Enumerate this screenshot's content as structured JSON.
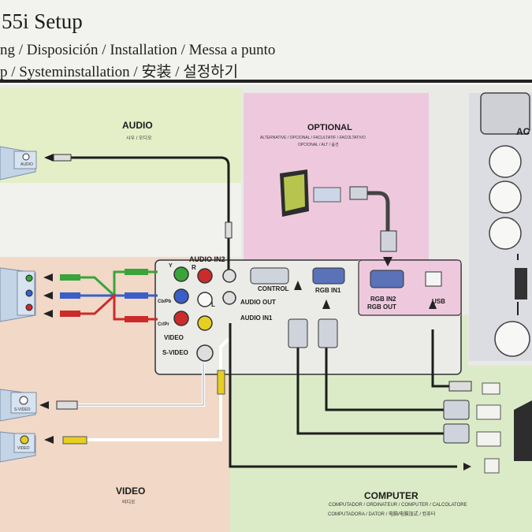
{
  "header": {
    "title": "55i Setup",
    "subtitle_line1": "ng / Disposición / Installation / Messa a punto",
    "subtitle_line2": "p / Systeminstallation / 安装 / 설정하기"
  },
  "sections": {
    "audio": {
      "title": "AUDIO",
      "sub": "시우 / 오디오"
    },
    "optional": {
      "title": "OPTIONAL",
      "sub1": "ALTERNATIVE / OPCIONAL / FACULTATIF / FACOLTATIVO",
      "sub2": "OPCIONAL / ALT / 옵션"
    },
    "ac": {
      "title": "AC"
    },
    "video": {
      "title": "VIDEO",
      "sub": "비디오"
    },
    "computer": {
      "title": "COMPUTER",
      "sub1": "COMPUTADOR / ORDINATEUR / COMPUTER / CALCOLATORE",
      "sub2": "COMPUTADORA / DATOR / 电脑/电脑加式 / 컴퓨터"
    }
  },
  "ports": {
    "audio_in2": "AUDIO IN2",
    "r": "R",
    "l": "L",
    "y": "Y",
    "cb": "Cb/Pb",
    "cr": "Cr/Pr",
    "video": "VIDEO",
    "svideo": "S-VIDEO",
    "audio_out": "AUDIO OUT",
    "audio_in1": "AUDIO IN1",
    "control": "CONTROL",
    "rgb_in1": "RGB IN1",
    "rgb_in2": "RGB IN2",
    "rgb_out": "RGB OUT",
    "usb": "USB"
  },
  "devices": {
    "audio_box": "AUDIO",
    "svideo_box": "S-VIDEO",
    "video_box": "VIDEO"
  },
  "colors": {
    "audio_zone": "#e4efc7",
    "optional_zone": "#eec9dd",
    "ac_zone": "#dcdde2",
    "video_zone": "#f1d8c7",
    "computer_zone": "#dbebc7",
    "cable": "#1d1d1d",
    "white_cable": "#ffffff",
    "device_blue": "#c3d4e6"
  }
}
